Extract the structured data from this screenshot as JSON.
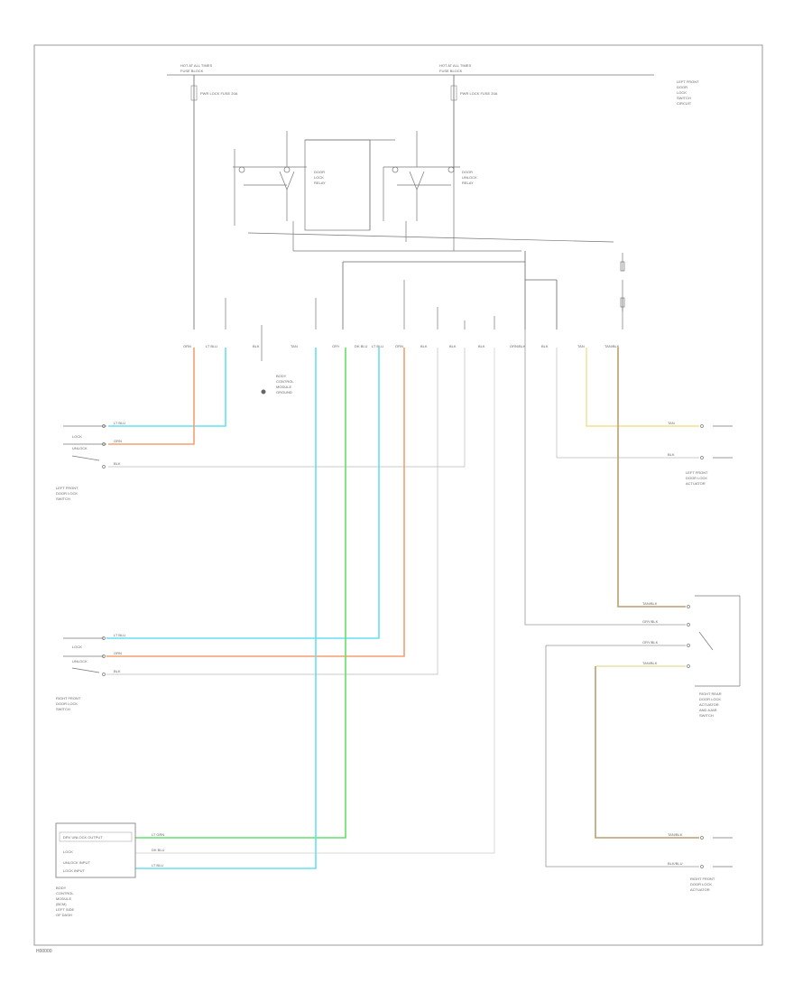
{
  "diagram": {
    "footer_code": "H00000",
    "top_labels": {
      "hot_at_all_times_1": "HOT AT ALL TIMES",
      "fuse_block_1": "FUSE BLOCK",
      "hot_at_all_times_2": "HOT AT ALL TIMES",
      "fuse_block_2": "FUSE BLOCK",
      "fuse_a": "PWR LOCK FUSE 20A",
      "fuse_b": "PWR LOCK FUSE 20A"
    },
    "relays": {
      "lock_relay": [
        "DOOR",
        "LOCK",
        "RELAY"
      ],
      "unlock_relay": [
        "DOOR",
        "UNLOCK",
        "RELAY"
      ]
    },
    "corner_note": [
      "LEFT FRONT",
      "DOOR",
      "LOCK",
      "SWITCH",
      "CIRCUIT"
    ],
    "ground": [
      "BODY",
      "CONTROL",
      "MODULE",
      "GROUND"
    ],
    "connector_labels": [
      "ORN",
      "LT BLU",
      "BLK",
      "TAN",
      "GRY",
      "DK BLU",
      "LT BLU",
      "ORN",
      "BLK",
      "BLK",
      "BLK",
      "ORN/BLK",
      "BLK",
      "TAN",
      "TAN/BLK"
    ],
    "components": {
      "left_front_switch": [
        "LEFT FRONT",
        "DOOR LOCK",
        "SWITCH"
      ],
      "right_front_switch": [
        "RIGHT FRONT",
        "DOOR LOCK",
        "SWITCH"
      ],
      "left_front_actuator": [
        "LEFT FRONT",
        "DOOR LOCK",
        "ACTUATOR"
      ],
      "right_rear_actuator": [
        "RIGHT REAR",
        "DOOR LOCK",
        "ACTUATOR",
        "AND AJAR",
        "SWITCH"
      ],
      "right_front_actuator": [
        "RIGHT FRONT",
        "DOOR LOCK",
        "ACTUATOR"
      ],
      "body_control_module": [
        "BODY",
        "CONTROL",
        "MODULE",
        "(BCM)",
        "LEFT SIDE",
        "OF DASH"
      ]
    },
    "switch_labels": [
      "LOCK",
      "UNLOCK",
      "LT BLU",
      "ORN",
      "BLK",
      "LOCK",
      "UNLOCK",
      "LT BLU",
      "ORN",
      "BLK"
    ],
    "bcm_rows": [
      "DRV UNLOCK OUTPUT",
      "LOCK",
      "UNLOCK INPUT",
      "LOCK INPUT",
      "LT GRN",
      "DK BLU",
      "LT BLU"
    ],
    "actuator_wire_labels": [
      "TAN",
      "BLK",
      "TAN/BLK",
      "GRY/BLK",
      "GRY/BLK",
      "TAN/BLK",
      "TAN/BLK",
      "BLK/BLU"
    ]
  }
}
